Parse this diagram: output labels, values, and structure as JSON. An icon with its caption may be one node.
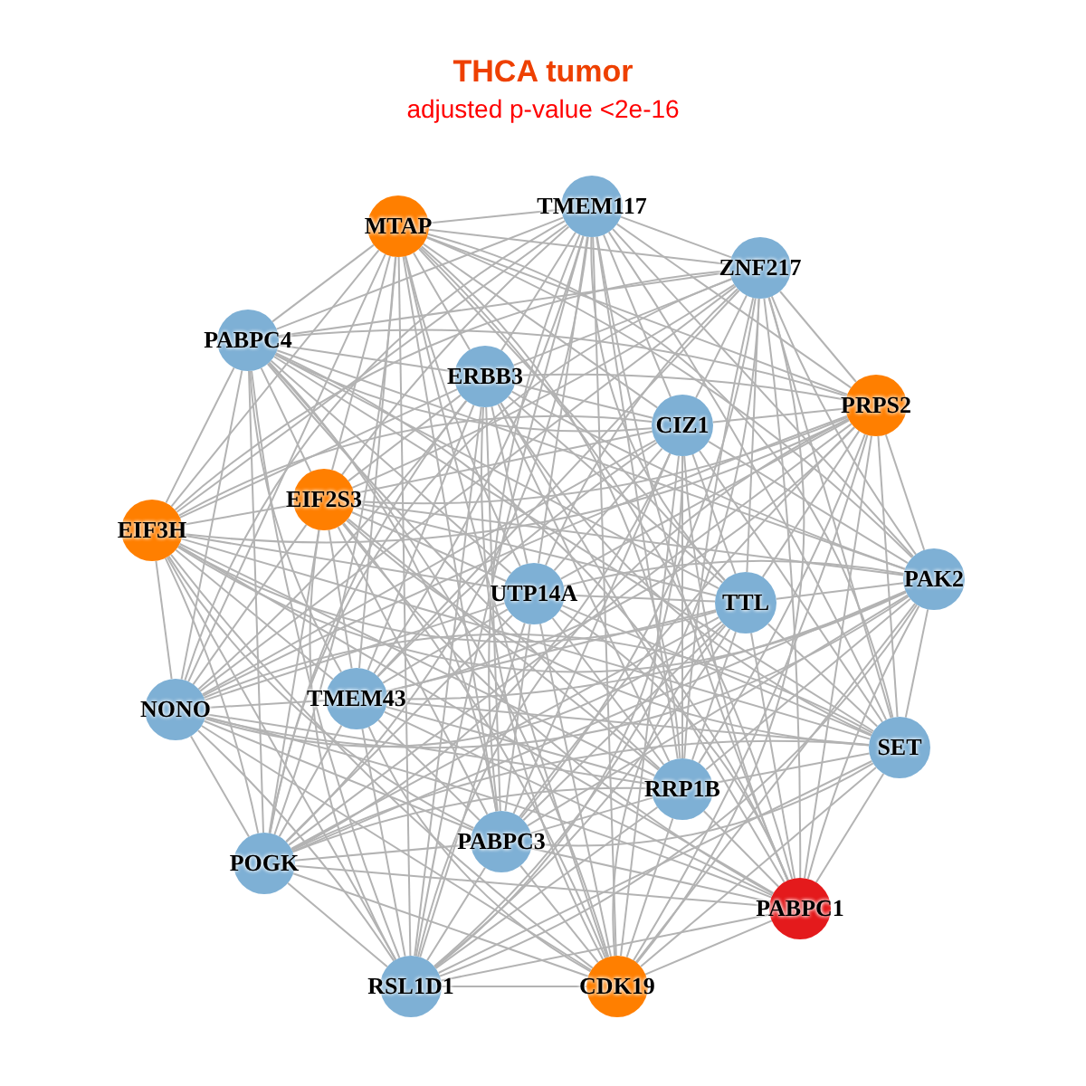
{
  "diagram": {
    "title": "THCA tumor",
    "caption": "adjusted p-value <2e-16",
    "nodes": [
      {
        "text": [
          "MTAP"
        ]
      },
      {
        "text": [
          "TMEM117"
        ]
      },
      {
        "text": [
          "ZNF217"
        ]
      },
      {
        "text": [
          "PABPC4"
        ]
      },
      {
        "text": [
          "ERBB3"
        ]
      },
      {
        "text": [
          "CIZ1"
        ]
      },
      {
        "text": [
          "PRPS2"
        ]
      },
      {
        "text": [
          "EIF3H"
        ]
      },
      {
        "text": [
          "EIF2S3"
        ]
      },
      {
        "text": [
          "UTP14A"
        ]
      },
      {
        "text": [
          "TTL"
        ]
      },
      {
        "text": [
          "PAK2"
        ]
      },
      {
        "text": [
          "NONO"
        ]
      },
      {
        "text": [
          "TMEM43"
        ]
      },
      {
        "text": [
          "SET"
        ]
      },
      {
        "text": [
          "RRP1B"
        ]
      },
      {
        "text": [
          "POGK"
        ]
      },
      {
        "text": [
          "PABPC3"
        ]
      },
      {
        "text": [
          "PABPC1"
        ]
      },
      {
        "text": [
          "RSL1D1"
        ]
      },
      {
        "text": [
          "CDK19"
        ]
      }
    ],
    "edges": [
      {
        "from": 0,
        "to": 1,
        "arrow": "none"
      },
      {
        "from": 0,
        "to": 2,
        "arrow": "none"
      },
      {
        "from": 0,
        "to": 3,
        "arrow": "none"
      },
      {
        "from": 0,
        "to": 4,
        "arrow": "none"
      },
      {
        "from": 0,
        "to": 5,
        "arrow": "none"
      },
      {
        "from": 0,
        "to": 6,
        "arrow": "none"
      },
      {
        "from": 0,
        "to": 7,
        "arrow": "none"
      },
      {
        "from": 0,
        "to": 8,
        "arrow": "none"
      },
      {
        "from": 0,
        "to": 9,
        "arrow": "none"
      },
      {
        "from": 0,
        "to": 10,
        "arrow": "none"
      },
      {
        "from": 0,
        "to": 11,
        "arrow": "none"
      },
      {
        "from": 0,
        "to": 12,
        "arrow": "none"
      },
      {
        "from": 0,
        "to": 13,
        "arrow": "none"
      },
      {
        "from": 0,
        "to": 14,
        "arrow": "none"
      },
      {
        "from": 0,
        "to": 15,
        "arrow": "none"
      },
      {
        "from": 0,
        "to": 16,
        "arrow": "none"
      },
      {
        "from": 0,
        "to": 17,
        "arrow": "none"
      },
      {
        "from": 0,
        "to": 18,
        "arrow": "none"
      },
      {
        "from": 0,
        "to": 19,
        "arrow": "none"
      },
      {
        "from": 0,
        "to": 20,
        "arrow": "none"
      },
      {
        "from": 1,
        "to": 2,
        "arrow": "none"
      },
      {
        "from": 1,
        "to": 3,
        "arrow": "none"
      },
      {
        "from": 1,
        "to": 4,
        "arrow": "none"
      },
      {
        "from": 1,
        "to": 5,
        "arrow": "none"
      },
      {
        "from": 1,
        "to": 6,
        "arrow": "none"
      },
      {
        "from": 1,
        "to": 7,
        "arrow": "none"
      },
      {
        "from": 1,
        "to": 8,
        "arrow": "none"
      },
      {
        "from": 1,
        "to": 9,
        "arrow": "none"
      },
      {
        "from": 1,
        "to": 10,
        "arrow": "none"
      },
      {
        "from": 1,
        "to": 11,
        "arrow": "none"
      },
      {
        "from": 1,
        "to": 12,
        "arrow": "none"
      },
      {
        "from": 1,
        "to": 13,
        "arrow": "none"
      },
      {
        "from": 1,
        "to": 14,
        "arrow": "none"
      },
      {
        "from": 1,
        "to": 15,
        "arrow": "none"
      },
      {
        "from": 1,
        "to": 16,
        "arrow": "none"
      },
      {
        "from": 1,
        "to": 17,
        "arrow": "none"
      },
      {
        "from": 1,
        "to": 18,
        "arrow": "none"
      },
      {
        "from": 1,
        "to": 19,
        "arrow": "none"
      },
      {
        "from": 1,
        "to": 20,
        "arrow": "none"
      },
      {
        "from": 2,
        "to": 3,
        "arrow": "none"
      },
      {
        "from": 2,
        "to": 4,
        "arrow": "none"
      },
      {
        "from": 2,
        "to": 5,
        "arrow": "none"
      },
      {
        "from": 2,
        "to": 6,
        "arrow": "none"
      },
      {
        "from": 2,
        "to": 7,
        "arrow": "none"
      },
      {
        "from": 2,
        "to": 8,
        "arrow": "none"
      },
      {
        "from": 2,
        "to": 9,
        "arrow": "none"
      },
      {
        "from": 2,
        "to": 10,
        "arrow": "none"
      },
      {
        "from": 2,
        "to": 11,
        "arrow": "none"
      },
      {
        "from": 2,
        "to": 12,
        "arrow": "none"
      },
      {
        "from": 2,
        "to": 13,
        "arrow": "none"
      },
      {
        "from": 2,
        "to": 14,
        "arrow": "none"
      },
      {
        "from": 2,
        "to": 15,
        "arrow": "none"
      },
      {
        "from": 2,
        "to": 16,
        "arrow": "none"
      },
      {
        "from": 2,
        "to": 17,
        "arrow": "none"
      },
      {
        "from": 2,
        "to": 18,
        "arrow": "none"
      },
      {
        "from": 2,
        "to": 19,
        "arrow": "none"
      },
      {
        "from": 2,
        "to": 20,
        "arrow": "none"
      },
      {
        "from": 3,
        "to": 4,
        "arrow": "none"
      },
      {
        "from": 3,
        "to": 5,
        "arrow": "none"
      },
      {
        "from": 3,
        "to": 6,
        "arrow": "none"
      },
      {
        "from": 3,
        "to": 7,
        "arrow": "none"
      },
      {
        "from": 3,
        "to": 8,
        "arrow": "none"
      },
      {
        "from": 3,
        "to": 9,
        "arrow": "none"
      },
      {
        "from": 3,
        "to": 10,
        "arrow": "none"
      },
      {
        "from": 3,
        "to": 11,
        "arrow": "none"
      },
      {
        "from": 3,
        "to": 12,
        "arrow": "none"
      },
      {
        "from": 3,
        "to": 13,
        "arrow": "none"
      },
      {
        "from": 3,
        "to": 14,
        "arrow": "none"
      },
      {
        "from": 3,
        "to": 15,
        "arrow": "none"
      },
      {
        "from": 3,
        "to": 16,
        "arrow": "none"
      },
      {
        "from": 3,
        "to": 17,
        "arrow": "none"
      },
      {
        "from": 3,
        "to": 18,
        "arrow": "none"
      },
      {
        "from": 3,
        "to": 19,
        "arrow": "none"
      },
      {
        "from": 3,
        "to": 20,
        "arrow": "none"
      },
      {
        "from": 4,
        "to": 5,
        "arrow": "none"
      },
      {
        "from": 4,
        "to": 6,
        "arrow": "none"
      },
      {
        "from": 4,
        "to": 7,
        "arrow": "none"
      },
      {
        "from": 4,
        "to": 8,
        "arrow": "none"
      },
      {
        "from": 4,
        "to": 9,
        "arrow": "none"
      },
      {
        "from": 4,
        "to": 10,
        "arrow": "none"
      },
      {
        "from": 4,
        "to": 11,
        "arrow": "none"
      },
      {
        "from": 4,
        "to": 12,
        "arrow": "none"
      },
      {
        "from": 4,
        "to": 13,
        "arrow": "none"
      },
      {
        "from": 4,
        "to": 14,
        "arrow": "none"
      },
      {
        "from": 4,
        "to": 15,
        "arrow": "none"
      },
      {
        "from": 4,
        "to": 16,
        "arrow": "none"
      },
      {
        "from": 4,
        "to": 17,
        "arrow": "none"
      },
      {
        "from": 4,
        "to": 18,
        "arrow": "none"
      },
      {
        "from": 4,
        "to": 19,
        "arrow": "none"
      },
      {
        "from": 4,
        "to": 20,
        "arrow": "none"
      },
      {
        "from": 5,
        "to": 6,
        "arrow": "none"
      },
      {
        "from": 5,
        "to": 7,
        "arrow": "none"
      },
      {
        "from": 5,
        "to": 8,
        "arrow": "none"
      },
      {
        "from": 5,
        "to": 9,
        "arrow": "none"
      },
      {
        "from": 5,
        "to": 10,
        "arrow": "none"
      },
      {
        "from": 5,
        "to": 11,
        "arrow": "none"
      },
      {
        "from": 5,
        "to": 12,
        "arrow": "none"
      },
      {
        "from": 5,
        "to": 13,
        "arrow": "none"
      },
      {
        "from": 5,
        "to": 14,
        "arrow": "none"
      },
      {
        "from": 5,
        "to": 15,
        "arrow": "none"
      },
      {
        "from": 5,
        "to": 16,
        "arrow": "none"
      },
      {
        "from": 5,
        "to": 17,
        "arrow": "none"
      },
      {
        "from": 5,
        "to": 18,
        "arrow": "none"
      },
      {
        "from": 5,
        "to": 19,
        "arrow": "none"
      },
      {
        "from": 5,
        "to": 20,
        "arrow": "none"
      },
      {
        "from": 6,
        "to": 7,
        "arrow": "none"
      },
      {
        "from": 6,
        "to": 8,
        "arrow": "none"
      },
      {
        "from": 6,
        "to": 9,
        "arrow": "none"
      },
      {
        "from": 6,
        "to": 10,
        "arrow": "none"
      },
      {
        "from": 6,
        "to": 11,
        "arrow": "none"
      },
      {
        "from": 6,
        "to": 12,
        "arrow": "none"
      },
      {
        "from": 6,
        "to": 13,
        "arrow": "none"
      },
      {
        "from": 6,
        "to": 14,
        "arrow": "none"
      },
      {
        "from": 6,
        "to": 15,
        "arrow": "none"
      },
      {
        "from": 6,
        "to": 16,
        "arrow": "none"
      },
      {
        "from": 6,
        "to": 17,
        "arrow": "none"
      },
      {
        "from": 6,
        "to": 18,
        "arrow": "none"
      },
      {
        "from": 6,
        "to": 19,
        "arrow": "none"
      },
      {
        "from": 6,
        "to": 20,
        "arrow": "none"
      },
      {
        "from": 7,
        "to": 8,
        "arrow": "none"
      },
      {
        "from": 7,
        "to": 9,
        "arrow": "none"
      },
      {
        "from": 7,
        "to": 10,
        "arrow": "none"
      },
      {
        "from": 7,
        "to": 11,
        "arrow": "none"
      },
      {
        "from": 7,
        "to": 12,
        "arrow": "none"
      },
      {
        "from": 7,
        "to": 13,
        "arrow": "none"
      },
      {
        "from": 7,
        "to": 14,
        "arrow": "none"
      },
      {
        "from": 7,
        "to": 15,
        "arrow": "none"
      },
      {
        "from": 7,
        "to": 16,
        "arrow": "none"
      },
      {
        "from": 7,
        "to": 17,
        "arrow": "none"
      },
      {
        "from": 7,
        "to": 18,
        "arrow": "none"
      },
      {
        "from": 7,
        "to": 19,
        "arrow": "none"
      },
      {
        "from": 7,
        "to": 20,
        "arrow": "none"
      },
      {
        "from": 8,
        "to": 9,
        "arrow": "none"
      },
      {
        "from": 8,
        "to": 10,
        "arrow": "none"
      },
      {
        "from": 8,
        "to": 11,
        "arrow": "none"
      },
      {
        "from": 8,
        "to": 12,
        "arrow": "none"
      },
      {
        "from": 8,
        "to": 13,
        "arrow": "none"
      },
      {
        "from": 8,
        "to": 14,
        "arrow": "none"
      },
      {
        "from": 8,
        "to": 15,
        "arrow": "none"
      },
      {
        "from": 8,
        "to": 16,
        "arrow": "none"
      },
      {
        "from": 8,
        "to": 17,
        "arrow": "none"
      },
      {
        "from": 8,
        "to": 18,
        "arrow": "none"
      },
      {
        "from": 8,
        "to": 19,
        "arrow": "none"
      },
      {
        "from": 8,
        "to": 20,
        "arrow": "none"
      },
      {
        "from": 9,
        "to": 10,
        "arrow": "none"
      },
      {
        "from": 9,
        "to": 11,
        "arrow": "none"
      },
      {
        "from": 9,
        "to": 12,
        "arrow": "none"
      },
      {
        "from": 9,
        "to": 13,
        "arrow": "none"
      },
      {
        "from": 9,
        "to": 14,
        "arrow": "none"
      },
      {
        "from": 9,
        "to": 15,
        "arrow": "none"
      },
      {
        "from": 9,
        "to": 16,
        "arrow": "none"
      },
      {
        "from": 9,
        "to": 17,
        "arrow": "none"
      },
      {
        "from": 9,
        "to": 18,
        "arrow": "none"
      },
      {
        "from": 9,
        "to": 19,
        "arrow": "none"
      },
      {
        "from": 9,
        "to": 20,
        "arrow": "none"
      },
      {
        "from": 10,
        "to": 11,
        "arrow": "none"
      },
      {
        "from": 10,
        "to": 12,
        "arrow": "none"
      },
      {
        "from": 10,
        "to": 13,
        "arrow": "none"
      },
      {
        "from": 10,
        "to": 14,
        "arrow": "none"
      },
      {
        "from": 10,
        "to": 15,
        "arrow": "none"
      },
      {
        "from": 10,
        "to": 16,
        "arrow": "none"
      },
      {
        "from": 10,
        "to": 17,
        "arrow": "none"
      },
      {
        "from": 10,
        "to": 18,
        "arrow": "none"
      },
      {
        "from": 10,
        "to": 19,
        "arrow": "none"
      },
      {
        "from": 10,
        "to": 20,
        "arrow": "none"
      },
      {
        "from": 11,
        "to": 12,
        "arrow": "none"
      },
      {
        "from": 11,
        "to": 13,
        "arrow": "none"
      },
      {
        "from": 11,
        "to": 14,
        "arrow": "none"
      },
      {
        "from": 11,
        "to": 15,
        "arrow": "none"
      },
      {
        "from": 11,
        "to": 16,
        "arrow": "none"
      },
      {
        "from": 11,
        "to": 17,
        "arrow": "none"
      },
      {
        "from": 11,
        "to": 18,
        "arrow": "none"
      },
      {
        "from": 11,
        "to": 19,
        "arrow": "none"
      },
      {
        "from": 11,
        "to": 20,
        "arrow": "none"
      },
      {
        "from": 12,
        "to": 13,
        "arrow": "none"
      },
      {
        "from": 12,
        "to": 14,
        "arrow": "none"
      },
      {
        "from": 12,
        "to": 15,
        "arrow": "none"
      },
      {
        "from": 12,
        "to": 16,
        "arrow": "none"
      },
      {
        "from": 12,
        "to": 17,
        "arrow": "none"
      },
      {
        "from": 12,
        "to": 18,
        "arrow": "none"
      },
      {
        "from": 12,
        "to": 19,
        "arrow": "none"
      },
      {
        "from": 12,
        "to": 20,
        "arrow": "none"
      },
      {
        "from": 13,
        "to": 14,
        "arrow": "none"
      },
      {
        "from": 13,
        "to": 15,
        "arrow": "none"
      },
      {
        "from": 13,
        "to": 16,
        "arrow": "none"
      },
      {
        "from": 13,
        "to": 17,
        "arrow": "none"
      },
      {
        "from": 13,
        "to": 18,
        "arrow": "none"
      },
      {
        "from": 13,
        "to": 19,
        "arrow": "none"
      },
      {
        "from": 13,
        "to": 20,
        "arrow": "none"
      },
      {
        "from": 14,
        "to": 15,
        "arrow": "none"
      },
      {
        "from": 14,
        "to": 16,
        "arrow": "none"
      },
      {
        "from": 14,
        "to": 17,
        "arrow": "none"
      },
      {
        "from": 14,
        "to": 18,
        "arrow": "none"
      },
      {
        "from": 14,
        "to": 19,
        "arrow": "none"
      },
      {
        "from": 14,
        "to": 20,
        "arrow": "none"
      },
      {
        "from": 15,
        "to": 16,
        "arrow": "none"
      },
      {
        "from": 15,
        "to": 17,
        "arrow": "none"
      },
      {
        "from": 15,
        "to": 18,
        "arrow": "none"
      },
      {
        "from": 15,
        "to": 19,
        "arrow": "none"
      },
      {
        "from": 15,
        "to": 20,
        "arrow": "none"
      },
      {
        "from": 16,
        "to": 17,
        "arrow": "none"
      },
      {
        "from": 16,
        "to": 18,
        "arrow": "none"
      },
      {
        "from": 16,
        "to": 19,
        "arrow": "none"
      },
      {
        "from": 16,
        "to": 20,
        "arrow": "none"
      },
      {
        "from": 17,
        "to": 18,
        "arrow": "none"
      },
      {
        "from": 17,
        "to": 19,
        "arrow": "none"
      },
      {
        "from": 17,
        "to": 20,
        "arrow": "none"
      },
      {
        "from": 18,
        "to": 19,
        "arrow": "none"
      },
      {
        "from": 18,
        "to": 20,
        "arrow": "none"
      },
      {
        "from": 19,
        "to": 20,
        "arrow": "none"
      }
    ]
  }
}
